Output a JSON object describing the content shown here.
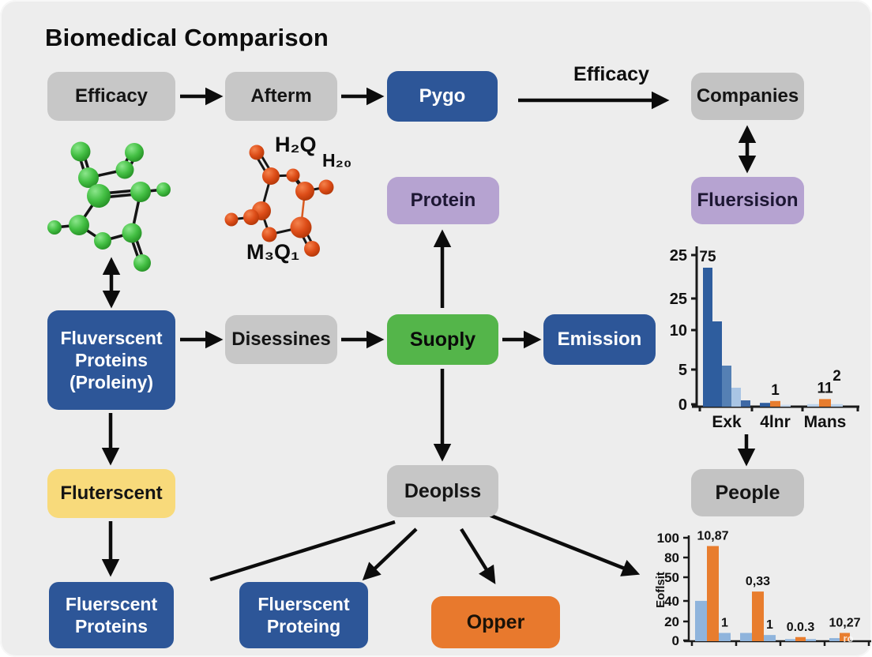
{
  "title": "Biomedical Comparison",
  "boxes": {
    "efficacy": {
      "label": "Efficacy",
      "fill": "#c7c7c7",
      "text": "#141414"
    },
    "afterm": {
      "label": "Afterm",
      "fill": "#c7c7c7",
      "text": "#141414"
    },
    "pygo": {
      "label": "Pygo",
      "fill": "#2d5698",
      "text": "#ffffff"
    },
    "companies": {
      "label": "Companies",
      "fill": "#c3c3c3",
      "text": "#141414"
    },
    "fluersision": {
      "label": "Fluersision",
      "fill": "#b6a3d1",
      "text": "#1d1733"
    },
    "protein": {
      "label": "Protein",
      "fill": "#b6a3d1",
      "text": "#1d1733"
    },
    "fluverscent_proteins": {
      "lines": [
        "Fluverscent",
        "Proteins",
        "(Proleiny)"
      ],
      "fill": "#2d5698",
      "text": "#ffffff"
    },
    "disessines": {
      "label": "Disessines",
      "fill": "#c7c7c7",
      "text": "#141414"
    },
    "suoply": {
      "label": "Suoply",
      "fill": "#54b54a",
      "text": "#0a0a0a"
    },
    "emission": {
      "label": "Emission",
      "fill": "#2d5698",
      "text": "#ffffff"
    },
    "fluterscent": {
      "label": "Fluterscent",
      "fill": "#f8da7b",
      "text": "#141414"
    },
    "deoplss": {
      "label": "Deoplss",
      "fill": "#c6c6c6",
      "text": "#141414"
    },
    "people": {
      "label": "People",
      "fill": "#c3c3c3",
      "text": "#141414"
    },
    "fluerscent_proteins": {
      "lines": [
        "Fluerscent",
        "Proteins"
      ],
      "fill": "#2d5698",
      "text": "#ffffff"
    },
    "fluerscent_proteing": {
      "lines": [
        "Fluerscent",
        "Proteing"
      ],
      "fill": "#2d5698",
      "text": "#ffffff"
    },
    "opper": {
      "label": "Opper",
      "fill": "#e8792d",
      "text": "#1a1208"
    }
  },
  "edge_labels": {
    "pygo_to_companies": "Efficacy"
  },
  "molecule_labels": {
    "h2q": "H₂Q",
    "h20": "H₂₀",
    "m3q1": "M₃Q₁"
  },
  "colors": {
    "box_blue": "#2d5698",
    "box_gray": "#c7c7c7",
    "box_purple": "#b6a3d1",
    "box_green": "#54b54a",
    "box_yellow": "#f8da7b",
    "box_orange": "#e8792d",
    "bar_dark_blue": "#2e5d9e",
    "bar_light_blue": "#a9c5e4",
    "bar_orange": "#e87d2e",
    "arrow": "#0c0c0c",
    "background": "#ededed"
  },
  "chart_data": [
    {
      "type": "bar",
      "title": "",
      "categories": [
        "Exk",
        "4lnr",
        "Mans"
      ],
      "yticks": [
        "25",
        "25",
        "10",
        "5",
        "0"
      ],
      "ylim": [
        0,
        25
      ],
      "legend": null,
      "groups": [
        {
          "category": "Exk",
          "bars": [
            {
              "v": 22,
              "color": "#2e5d9e",
              "label": "75"
            },
            {
              "v": 13.5,
              "color": "#2e5d9e"
            },
            {
              "v": 6.5,
              "color": "#5580b4"
            },
            {
              "v": 3,
              "color": "#a9c5e4"
            },
            {
              "v": 1,
              "color": "#3f69a5"
            }
          ]
        },
        {
          "category": "4lnr",
          "bars": [
            {
              "v": 0.6,
              "color": "#2e5d9e"
            },
            {
              "v": 0.9,
              "color": "#e87d2e",
              "label": "1"
            },
            {
              "v": 0.3,
              "color": "#c9daee"
            }
          ]
        },
        {
          "category": "Mans",
          "bars": [
            {
              "v": 0.4,
              "color": "#bcd2ea"
            },
            {
              "v": 1.2,
              "color": "#e87d2e",
              "label": "11"
            },
            {
              "v": 0.4,
              "color": "#bcd2ea",
              "label": "2",
              "label_raise": 22
            }
          ]
        }
      ]
    },
    {
      "type": "bar",
      "title": "",
      "ylabel": "Eoflsit",
      "yticks": [
        "100",
        "80",
        "50",
        "40",
        "20",
        "0"
      ],
      "ylim": [
        0,
        100
      ],
      "legend": null,
      "groups": [
        {
          "bars": [
            {
              "v": 39,
              "color": "#8fb4dc"
            },
            {
              "v": 92,
              "color": "#e87d2e",
              "label": "10,87"
            },
            {
              "v": 8,
              "color": "#8fb4dc",
              "label": "1"
            }
          ]
        },
        {
          "bars": [
            {
              "v": 8,
              "color": "#8fb4dc"
            },
            {
              "v": 48,
              "color": "#e87d2e",
              "label": "0,33"
            },
            {
              "v": 6,
              "color": "#8fb4dc",
              "label": "1"
            }
          ]
        },
        {
          "bars": [
            {
              "v": 2,
              "color": "#8fb4dc"
            },
            {
              "v": 4,
              "color": "#e87d2e",
              "label": "0.0.3"
            },
            {
              "v": 2,
              "color": "#8fb4dc"
            }
          ]
        },
        {
          "bars": [
            {
              "v": 3,
              "color": "#8fb4dc"
            },
            {
              "v": 8,
              "color": "#e87d2e",
              "label": "10,27"
            }
          ]
        }
      ],
      "watermark": "ro"
    }
  ]
}
